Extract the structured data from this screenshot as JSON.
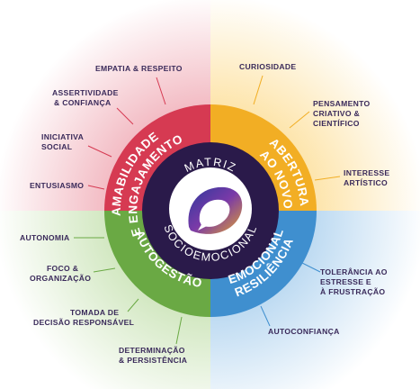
{
  "center": {
    "top": "MATRIZ",
    "bottom": "SOCIOEMOCIONAL"
  },
  "colors": {
    "amabilidade": "#d63a52",
    "abertura": "#f2ae24",
    "autogestao": "#6aa944",
    "resiliencia": "#3f8fcf",
    "core": "#2a1a4a",
    "label": "#3a2a5a"
  },
  "domains": {
    "amabilidade": {
      "l1": "AMABILIDADE",
      "l2": "E ENGAJAMENTO"
    },
    "abertura": {
      "l1": "ABERTURA",
      "l2": "AO NOVO"
    },
    "autogestao": {
      "l1": "AUTOGESTÃO"
    },
    "resiliencia": {
      "l1": "RESILIÊNCIA",
      "l2": "EMOCIONAL"
    }
  },
  "labels": {
    "empatia": "EMPATIA & RESPEITO",
    "assertividade_1": "ASSERTIVIDADE",
    "assertividade_2": "& CONFIANÇA",
    "iniciativa_1": "INICIATIVA",
    "iniciativa_2": "SOCIAL",
    "entusiasmo": "ENTUSIASMO",
    "curiosidade": "CURIOSIDADE",
    "pensamento_1": "PENSAMENTO",
    "pensamento_2": "CRIATIVO &",
    "pensamento_3": "CIENTÍFICO",
    "interesse_1": "INTERESSE",
    "interesse_2": "ARTÍSTICO",
    "autonomia": "AUTONOMIA",
    "foco_1": "FOCO &",
    "foco_2": "ORGANIZAÇÃO",
    "tomada_1": "TOMADA DE",
    "tomada_2": "DECISÃO RESPONSÁVEL",
    "determinacao_1": "DETERMINAÇÃO",
    "determinacao_2": "& PERSISTÊNCIA",
    "tolerancia_1": "TOLERÂNCIA AO",
    "tolerancia_2": "ESTRESSE E",
    "tolerancia_3": "À FRUSTRAÇÃO",
    "autoconfianca": "AUTOCONFIANÇA"
  }
}
